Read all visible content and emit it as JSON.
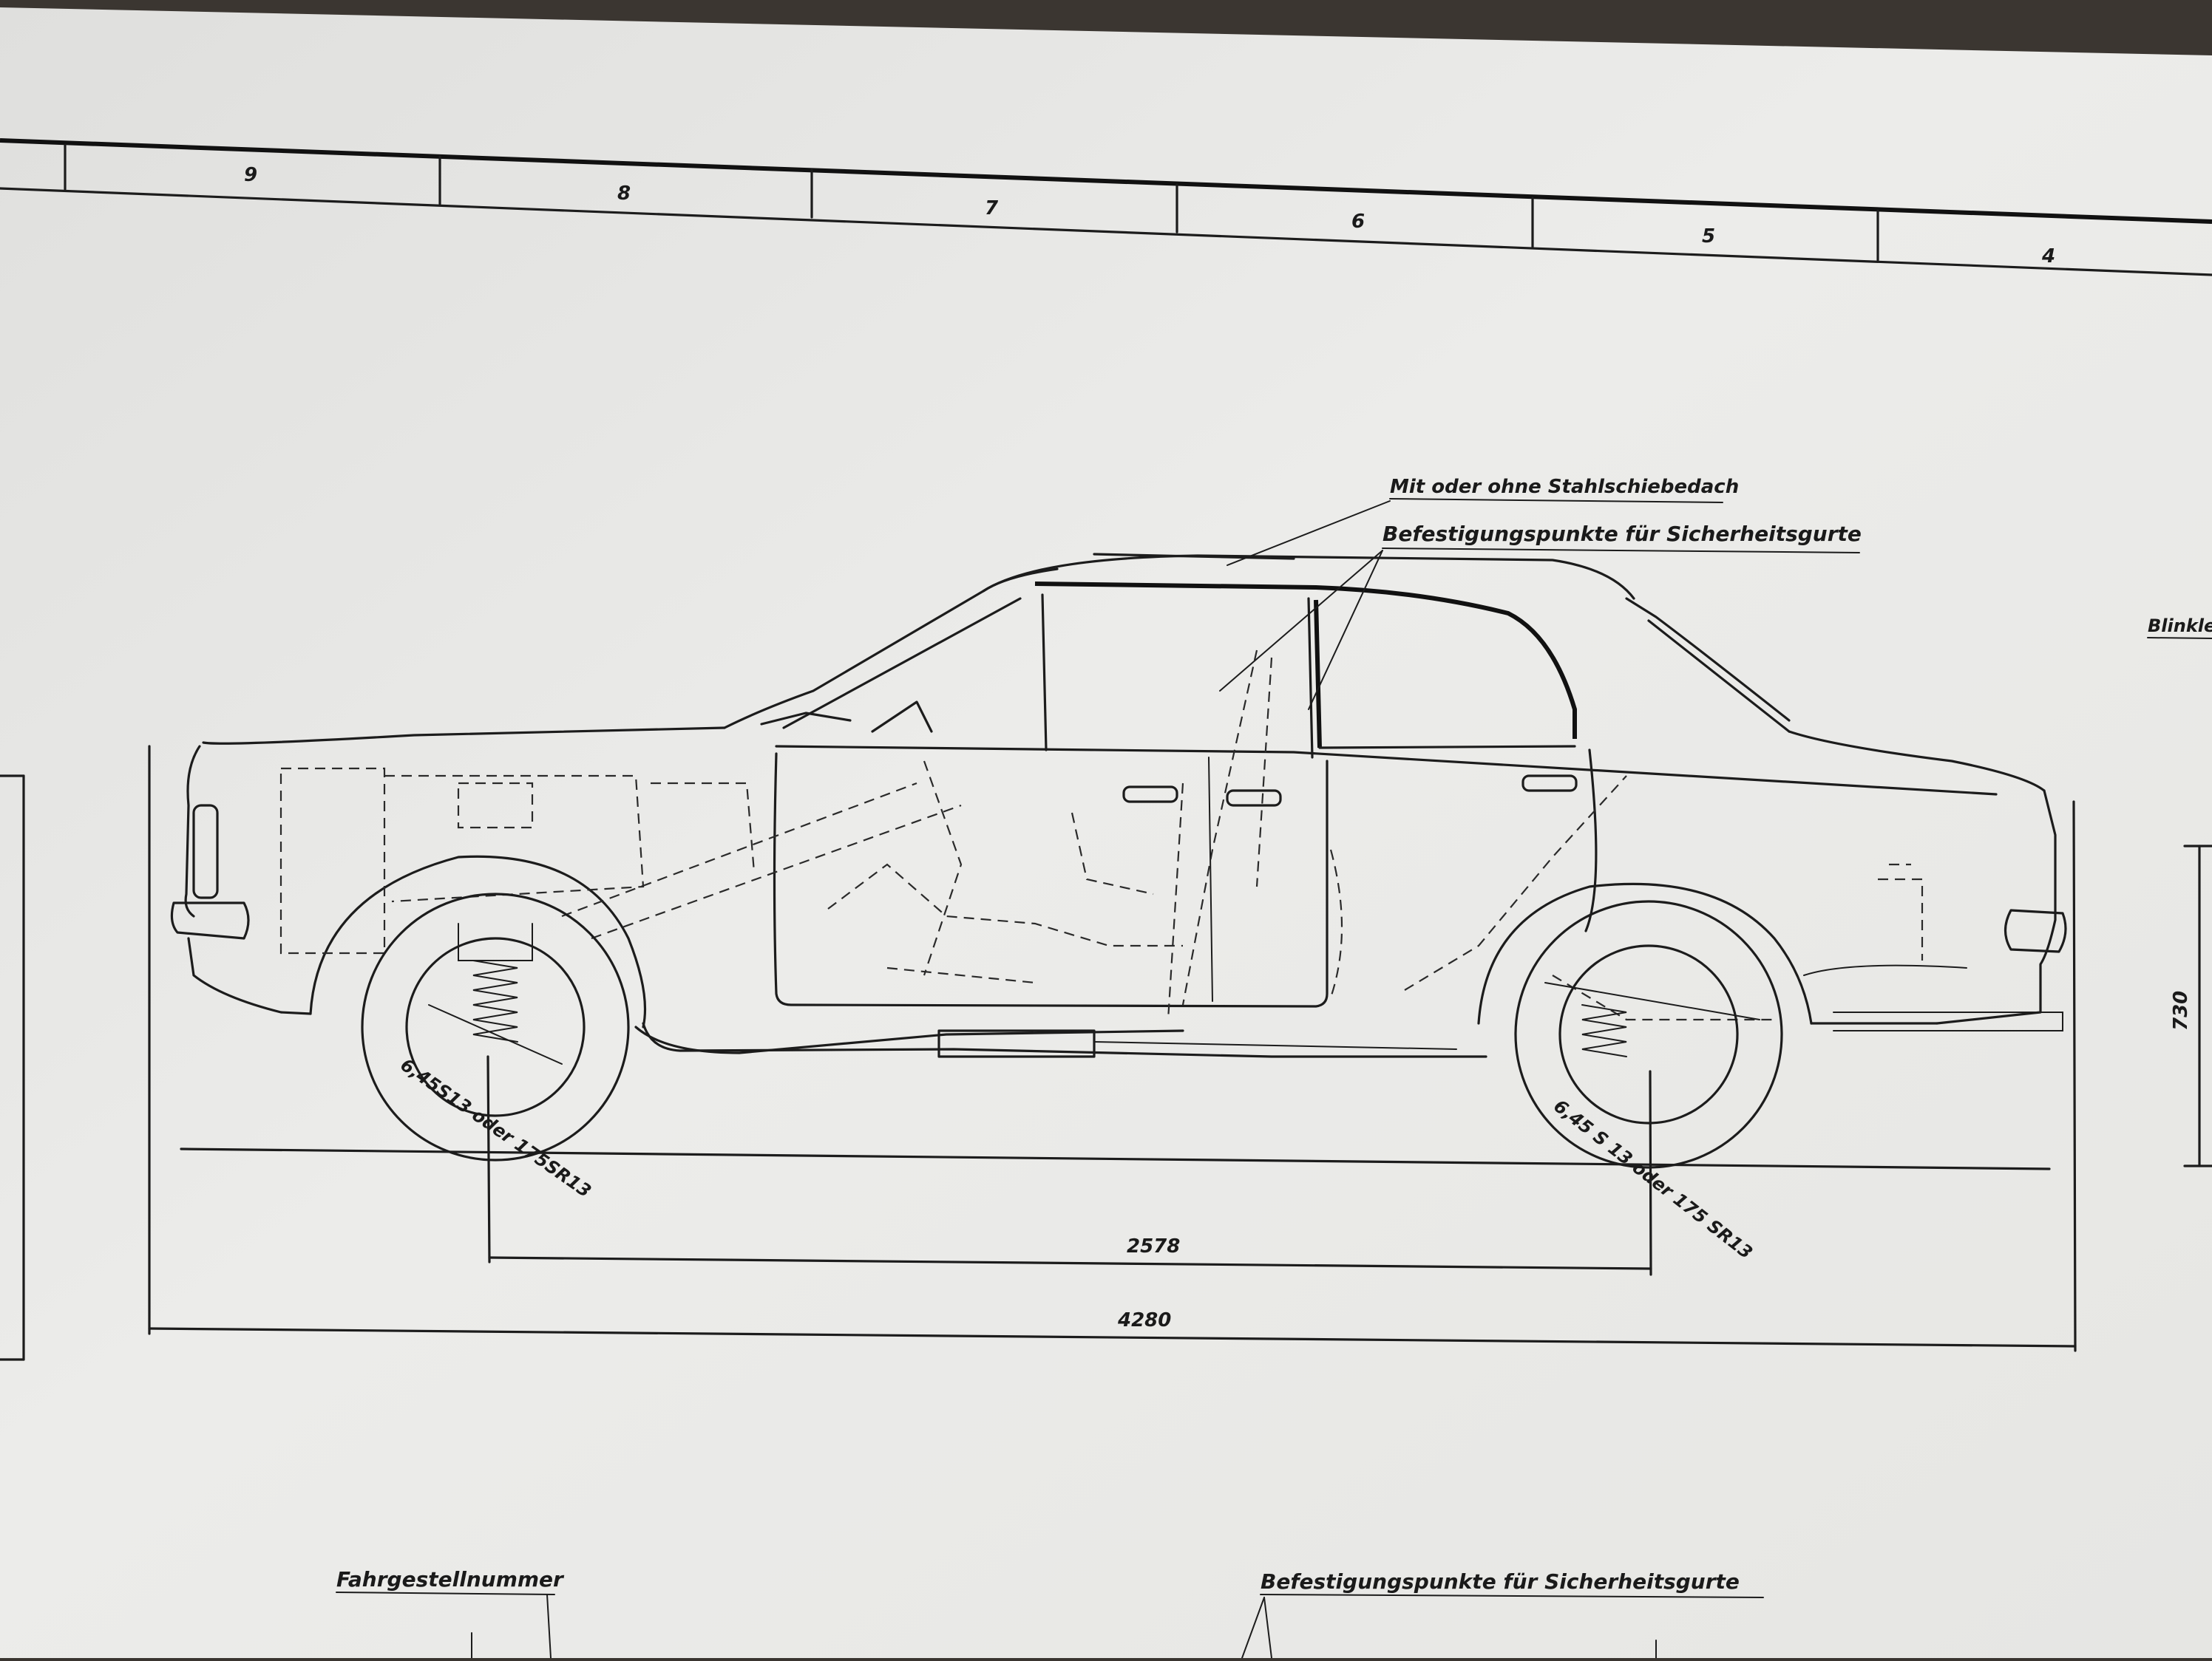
{
  "grid": {
    "columns": [
      "9",
      "8",
      "7",
      "6",
      "5",
      "4"
    ]
  },
  "labels": {
    "sunroof": "Mit oder ohne Stahlschiebedach",
    "seatbelt_points_top": "Befestigungspunkte für Sicherheitsgurte",
    "blinker": "Blinkle",
    "chassis_number": "Fahrgestellnummer",
    "seatbelt_points_bottom": "Befestigungspunkte für Sicherheitsgurte"
  },
  "tires": {
    "front": "6,45S13 oder 175SR13",
    "rear": "6,45 S 13 oder 175 SR13"
  },
  "dimensions": {
    "wheelbase": "2578",
    "overall_length": "4280",
    "height": "730"
  },
  "colors": {
    "paper": "#e9e9e7",
    "ink": "#1c1c1c",
    "background": "#3a3530"
  }
}
